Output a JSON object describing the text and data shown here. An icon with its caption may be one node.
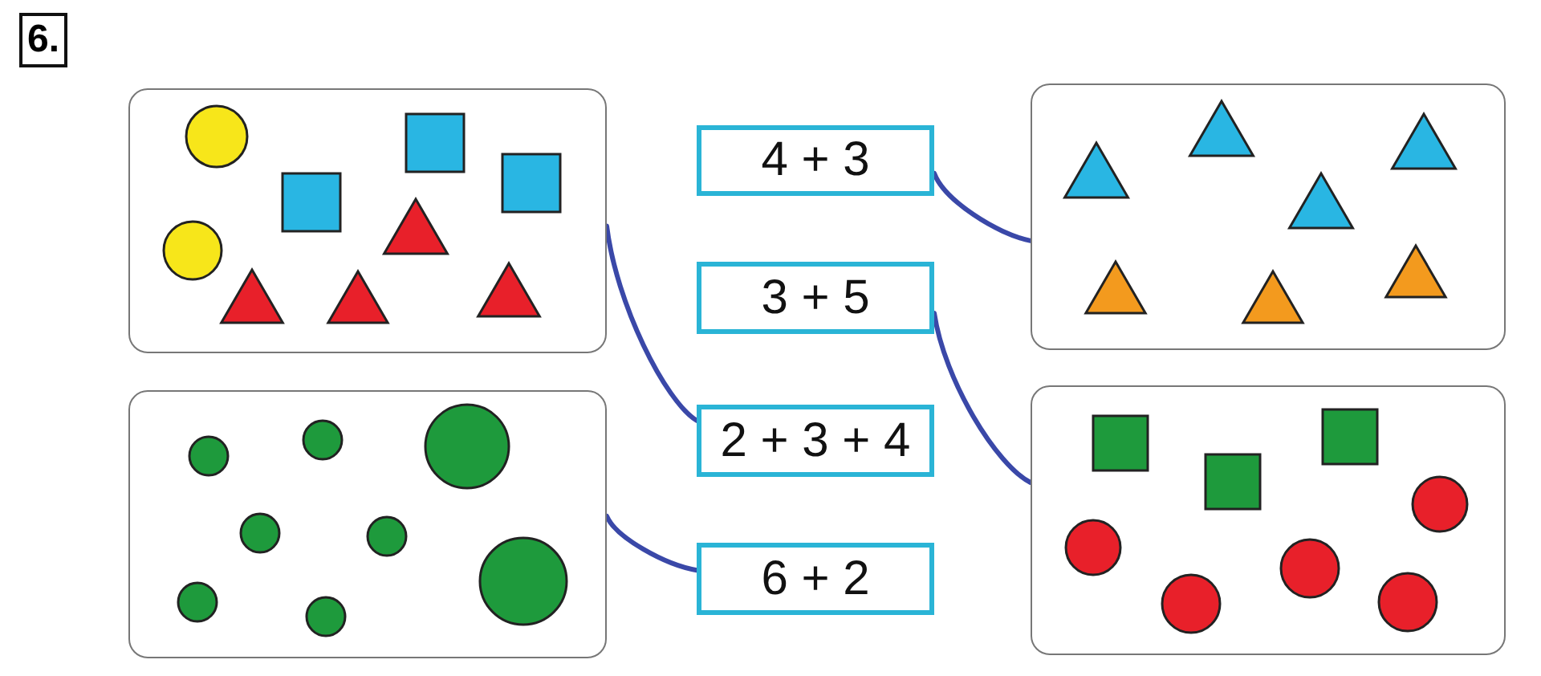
{
  "diagram": {
    "nodes": [
      {
        "text": [],
        "shape": "picture"
      },
      {
        "text": [
          "4 + 3"
        ]
      },
      {
        "text": [],
        "shape": "picture"
      },
      {
        "text": [
          "3 + 5"
        ]
      },
      {
        "text": [
          "2 + 3 + 4"
        ]
      },
      {
        "text": [],
        "shape": "picture"
      },
      {
        "text": [],
        "shape": "picture"
      },
      {
        "text": [
          "6 + 2"
        ]
      }
    ],
    "edges": [
      {
        "from": 0,
        "to": 4,
        "arrow": "none"
      },
      {
        "from": 1,
        "to": 2,
        "arrow": "none"
      },
      {
        "from": 3,
        "to": 6,
        "arrow": "none"
      },
      {
        "from": 5,
        "to": 7,
        "arrow": "none"
      }
    ],
    "labels": [
      "6."
    ]
  }
}
